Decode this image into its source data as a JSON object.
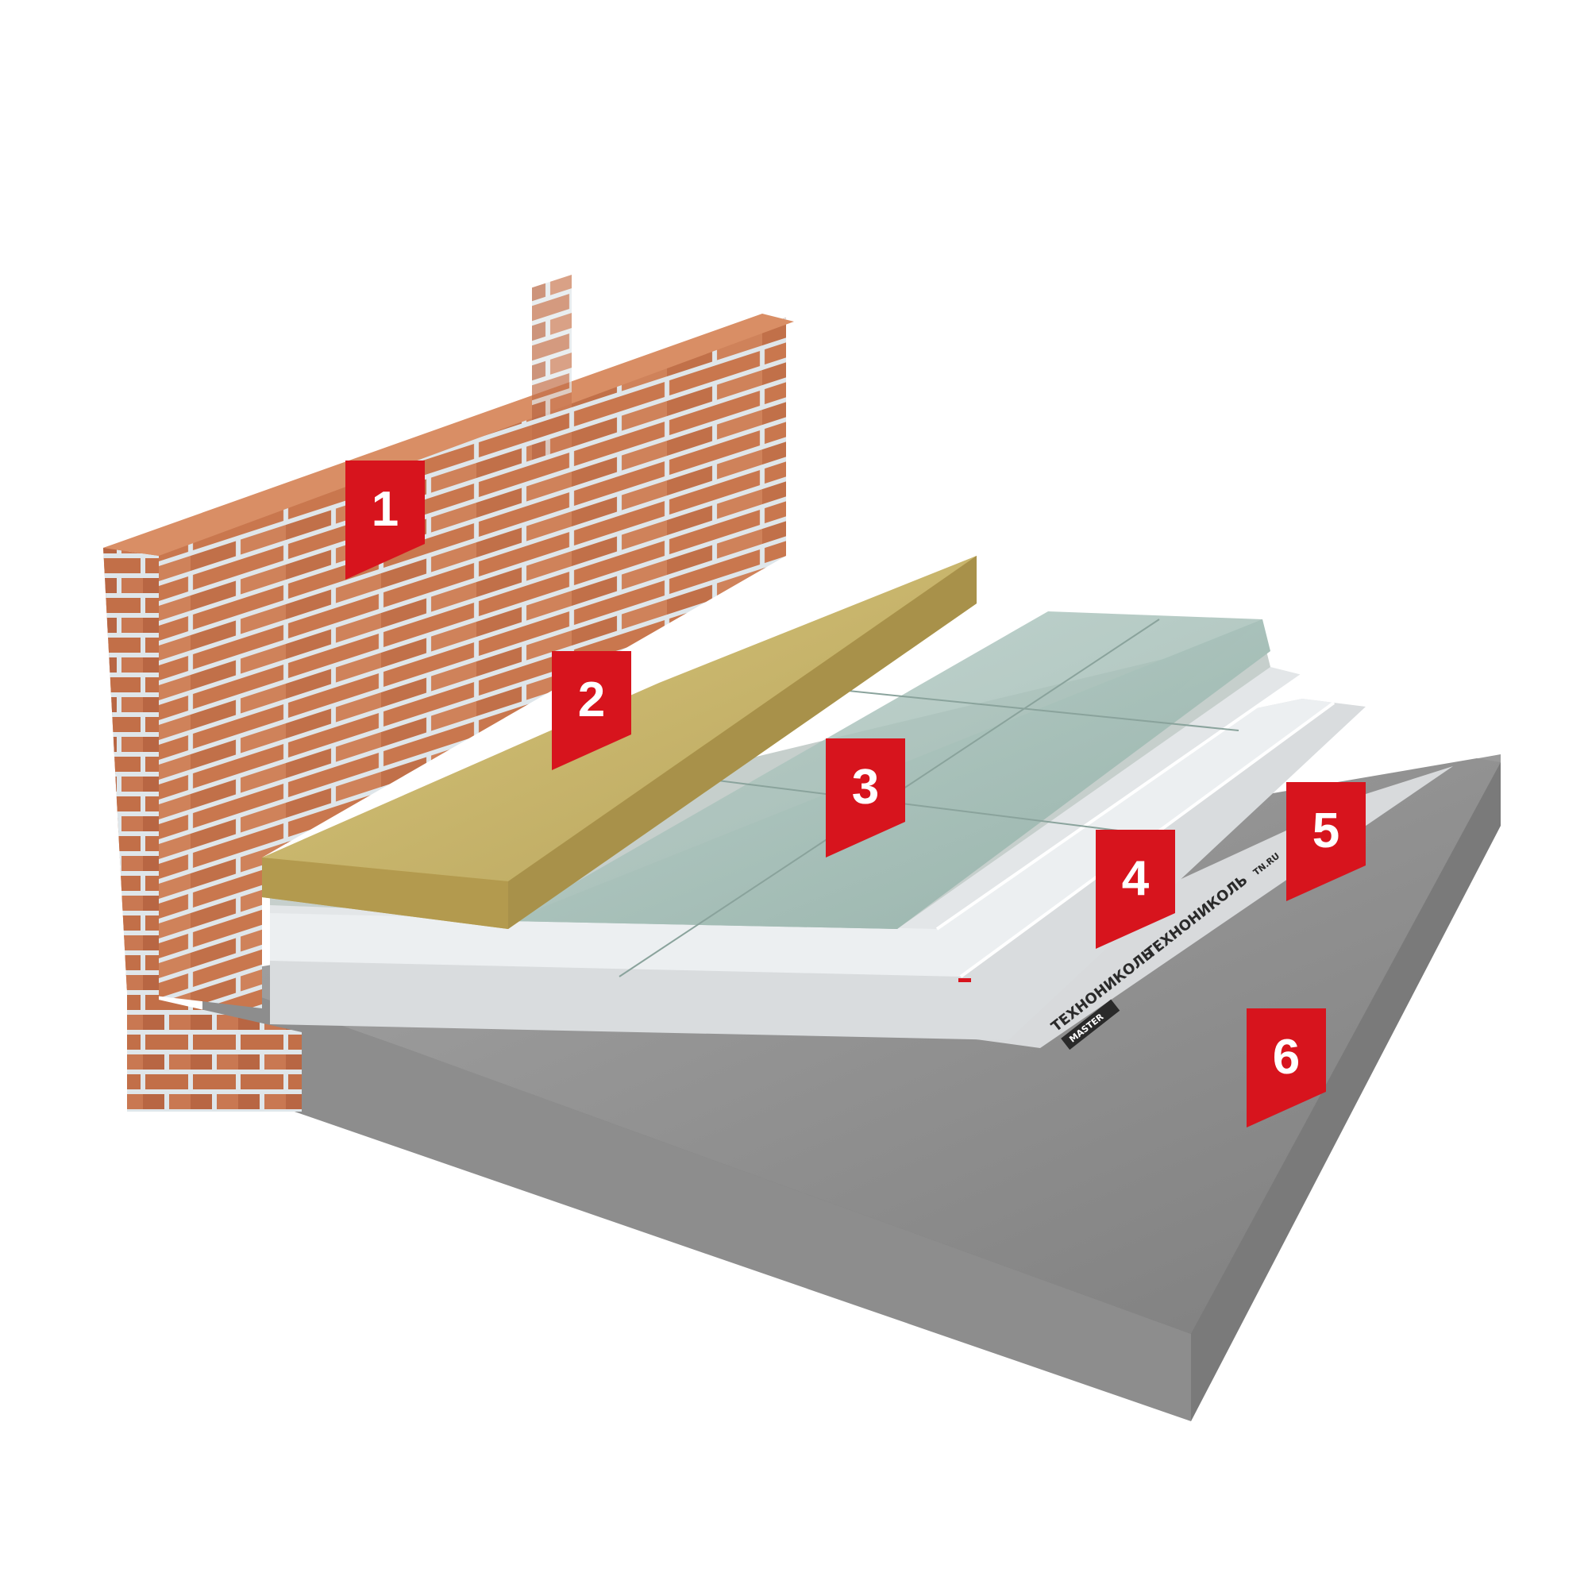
{
  "markers": [
    {
      "id": "1",
      "label": "1",
      "layer": "brick-wall"
    },
    {
      "id": "2",
      "label": "2",
      "layer": "mineral-wool-strip"
    },
    {
      "id": "3",
      "label": "3",
      "layer": "screed-slab"
    },
    {
      "id": "4",
      "label": "4",
      "layer": "xps-insulation-boards"
    },
    {
      "id": "5",
      "label": "5",
      "layer": "vapor-barrier-membrane"
    },
    {
      "id": "6",
      "label": "6",
      "layer": "concrete-slab"
    }
  ],
  "membrane": {
    "brand": "ТЕХНОНИКОЛЬ",
    "sub_label": "MASTER",
    "site": "TN.RU"
  },
  "colors": {
    "marker_red": "#d7141d",
    "brick": "#c9774e",
    "mortar": "#dfe6ea",
    "wool": "#c9b56a",
    "screed": "#a9c2bb",
    "xps": "#e9ecee",
    "membrane": "#dadcde",
    "concrete": "#8c8c8c"
  }
}
